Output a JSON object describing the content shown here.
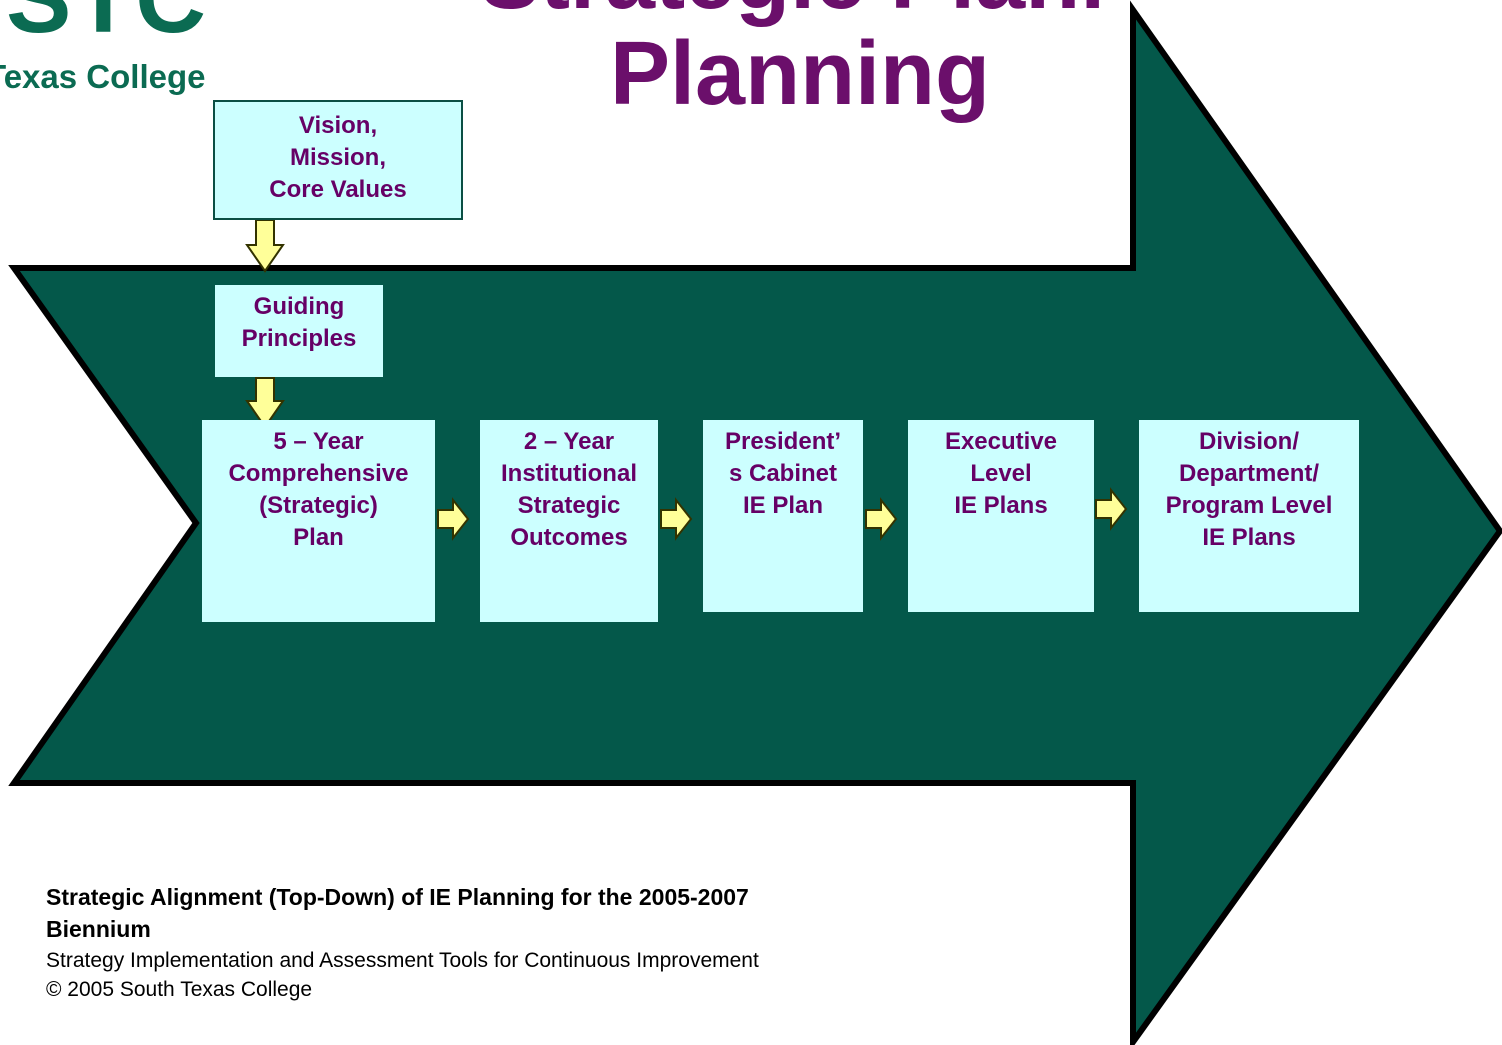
{
  "logo": {
    "letters": "STC",
    "name": "Texas College"
  },
  "title": {
    "line1": "Strategic Planning",
    "line2": "Planning"
  },
  "boxes": {
    "vision": [
      "Vision,",
      "Mission,",
      "Core Values"
    ],
    "guiding": [
      "Guiding",
      "Principles"
    ],
    "five_year": [
      "5 – Year",
      "Comprehensive",
      "(Strategic)",
      "Plan"
    ],
    "two_year": [
      "2 – Year",
      "Institutional",
      "Strategic",
      "Outcomes"
    ],
    "cabinet": [
      "President’",
      "s Cabinet",
      "IE Plan"
    ],
    "executive": [
      "Executive",
      "Level",
      "IE Plans"
    ],
    "division": [
      "Division/",
      "Department/",
      "Program Level",
      "IE Plans"
    ]
  },
  "caption": {
    "line1": "Strategic Alignment (Top-Down) of IE Planning for the 2005-2007",
    "line2": "Biennium",
    "line3": "Strategy Implementation and Assessment Tools for Continuous Improvement",
    "line4": "© 2005 South Texas College"
  },
  "colors": {
    "big_arrow": "#04584a",
    "box_fill": "#ccffff",
    "box_text": "#660066",
    "title": "#6b0f6b",
    "small_arrow": "#ffff99",
    "logo": "#0b6b52"
  }
}
